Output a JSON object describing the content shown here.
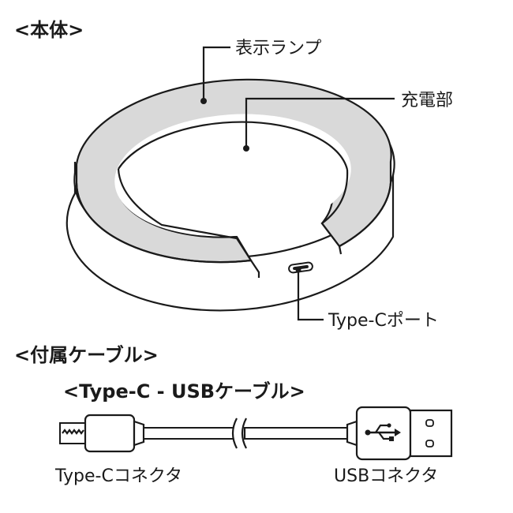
{
  "sections": {
    "body_header": "<本体>",
    "cable_header": "<付属ケーブル>",
    "cable_subheader": "<Type-C - USBケーブル>"
  },
  "body_labels": {
    "indicator_lamp": "表示ランプ",
    "charging_area": "充電部",
    "type_c_port": "Type-Cポート"
  },
  "cable_labels": {
    "type_c_connector": "Type-Cコネクタ",
    "usb_connector": "USBコネクタ"
  },
  "colors": {
    "line": "#1a1a1a",
    "charging_surface": "#d9d9d9",
    "background": "#ffffff"
  },
  "icons": {
    "usb_symbol": "usb-icon"
  }
}
